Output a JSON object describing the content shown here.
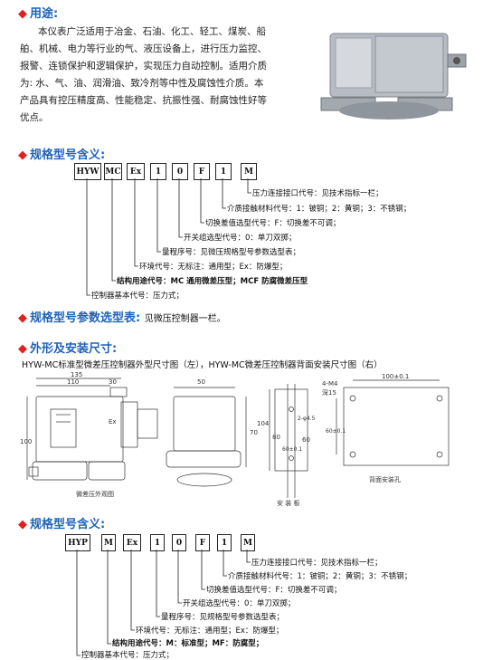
{
  "sec1": {
    "title": "用途:",
    "lines": [
      "本仪表广泛适用于冶金、石油、化工、轻工、煤炭、船",
      "舶、机械、电力等行业的气、液压设备上，进行压力监控、",
      "报警、连锁保护和逻辑保护，实现压力自动控制。适用介质",
      "为: 水、气、油、润滑油、致冷剂等中性及腐蚀性介质。本",
      "产品具有控压精度高、性能稳定、抗振性强、耐腐蚀性好等",
      "优点。"
    ]
  },
  "sec2": {
    "title": "规格型号含义:",
    "boxes": [
      "HYW",
      "MC",
      "Ex",
      "1",
      "0",
      "F",
      "1",
      "M"
    ],
    "labels": [
      "压力连接接口代号：见技术指标一栏；",
      "介质接触材料代号：1：铍铜；2：黄铜；3：不锈钢；",
      "切换差值选型代号：F：切换差不可调；",
      "开关组选型代号：0：单刀双掷；",
      "量程序号：见微压规格型号参数选型表；",
      "环境代号：无标注：通用型；Ex：防爆型；",
      "结构用途代号：MC 通用微差压型；MCF 防腐微差压型",
      "控制器基本代号：压力式；"
    ]
  },
  "sec3": {
    "title": "规格型号参数选型表:",
    "note": "见微压控制器一栏。"
  },
  "sec4": {
    "title": "外形及安装尺寸:",
    "caption": "HYW-MC标准型微差压控制器外型尺寸图（左），HYW-MC微差压控制器背面安装尺寸图（右）",
    "fig1": "微差压外观图",
    "fig2": "安 装 板",
    "fig3": "背面安装孔",
    "d135": "135",
    "d110": "110",
    "d30": "30",
    "d50": "50",
    "d100": "100",
    "d104": "104",
    "d70": "70",
    "d80": "80",
    "d60": "60±0.1",
    "d2": "2-φ4.5",
    "d60b": "60",
    "d4m4": "4-M4",
    "deep15": "深15",
    "d100b": "100±0.1",
    "d60c": "60±0.1",
    "ex": "Ex"
  },
  "sec5": {
    "title": "规格型号含义:",
    "boxes": [
      "HYP",
      "M",
      "Ex",
      "1",
      "0",
      "F",
      "1",
      "M"
    ],
    "labels": [
      "压力连接接口代号：见技术指标一栏；",
      "介质接触材料代号：1：铍铜；2：黄铜；3：不锈钢；",
      "切换差值选型代号：F：切换差不可调；",
      "开关组选型代号：0：单刀双掷；",
      "量程序号：见规格型号参数选型表；",
      "环境代号：无标注：通用型；Ex：防爆型；",
      "结构用途代号：M：标准型；MF：防腐型；",
      "控制器基本代号：压力式；"
    ]
  },
  "colors": {
    "heading": "#1f63b8",
    "bullet": "#d22"
  }
}
